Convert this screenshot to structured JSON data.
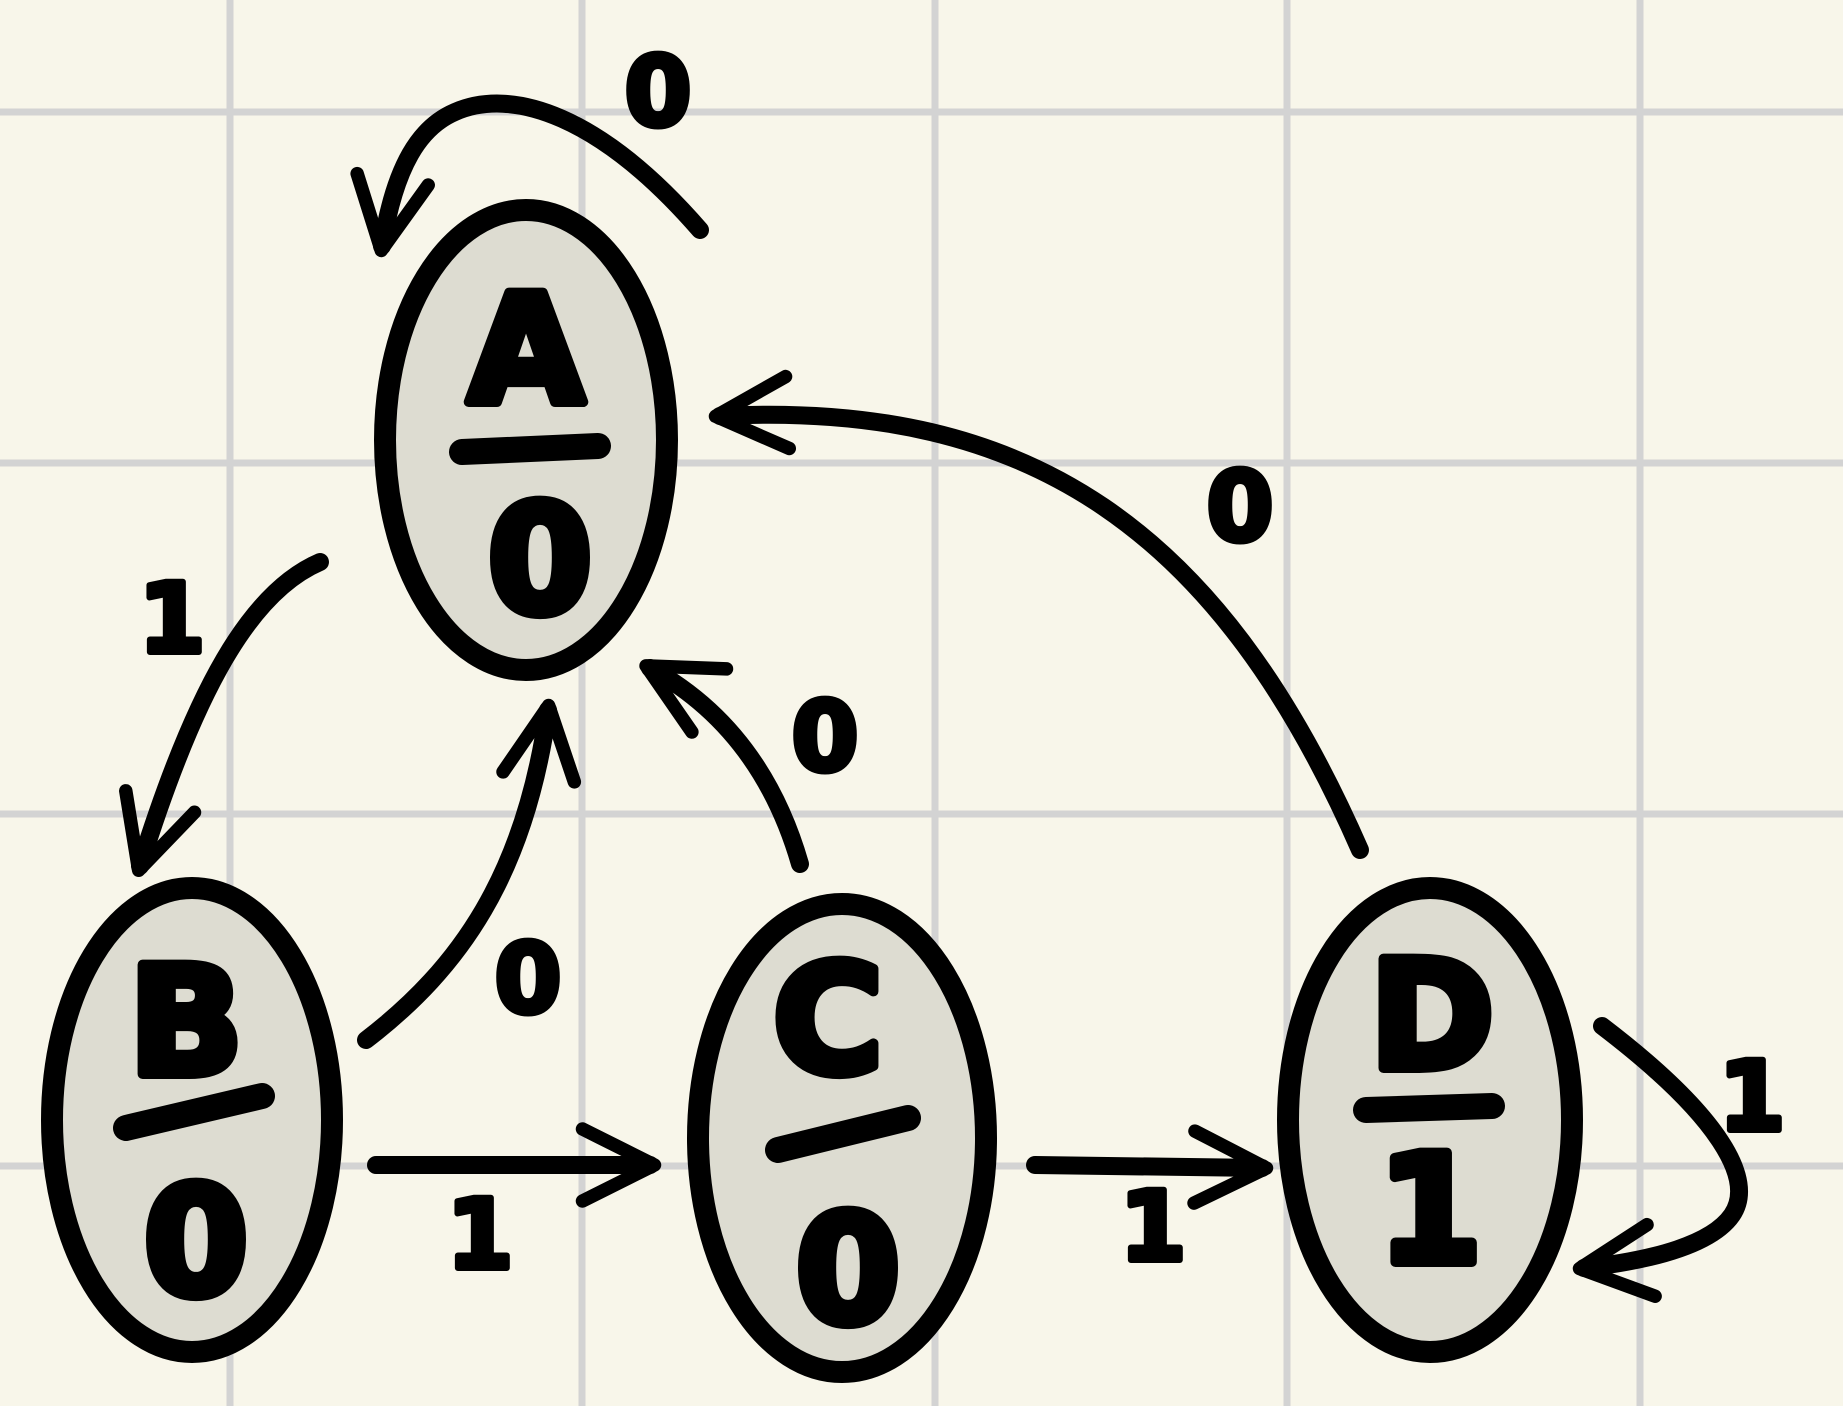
{
  "states": [
    {
      "id": "A",
      "name": "A",
      "output": "0"
    },
    {
      "id": "B",
      "name": "B",
      "output": "0"
    },
    {
      "id": "C",
      "name": "C",
      "output": "0"
    },
    {
      "id": "D",
      "name": "D",
      "output": "1"
    }
  ],
  "transitions": [
    {
      "from": "A",
      "to": "A",
      "label": "0"
    },
    {
      "from": "A",
      "to": "B",
      "label": "1"
    },
    {
      "from": "B",
      "to": "A",
      "label": "0"
    },
    {
      "from": "B",
      "to": "C",
      "label": "1"
    },
    {
      "from": "C",
      "to": "A",
      "label": "0"
    },
    {
      "from": "C",
      "to": "D",
      "label": "1"
    },
    {
      "from": "D",
      "to": "A",
      "label": "0"
    },
    {
      "from": "D",
      "to": "D",
      "label": "1"
    }
  ],
  "colors": {
    "background": "#f8f6ea",
    "grid": "#d3d3d3",
    "state_fill": "#dddcd1",
    "ink": "#000000"
  }
}
